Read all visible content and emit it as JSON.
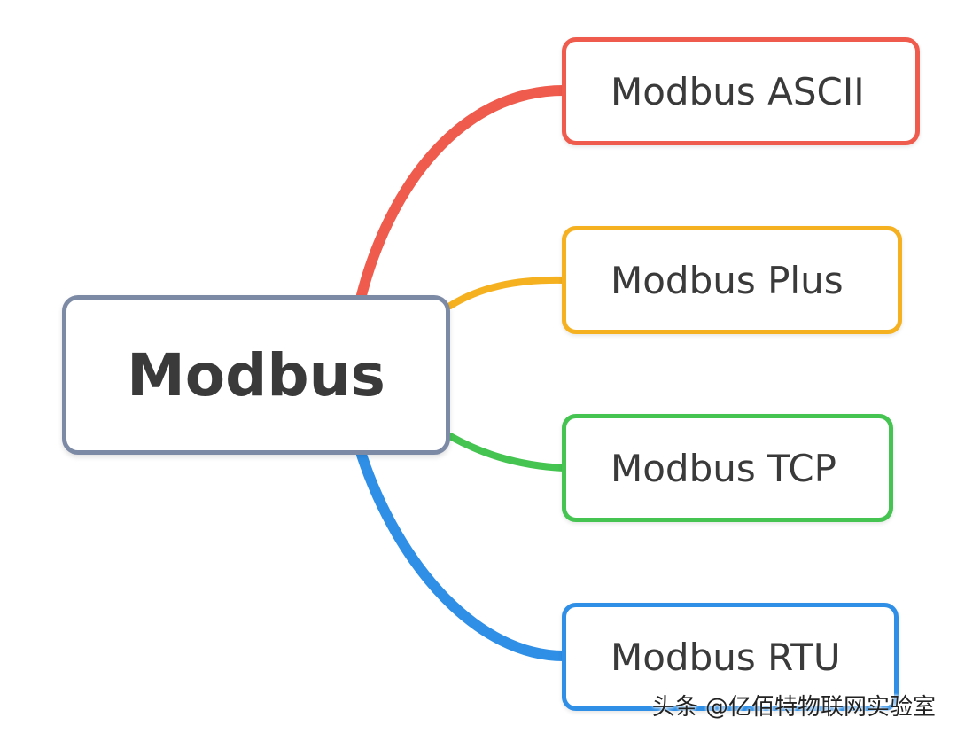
{
  "root": {
    "label": "Modbus",
    "border_color": "#7d8aa5"
  },
  "children": [
    {
      "label": "Modbus ASCII",
      "color": "#ef5b4c"
    },
    {
      "label": "Modbus Plus",
      "color": "#f5b120"
    },
    {
      "label": "Modbus TCP",
      "color": "#45c451"
    },
    {
      "label": "Modbus RTU",
      "color": "#2f8fe6"
    }
  ],
  "watermark": "头条 @亿佰特物联网实验室"
}
